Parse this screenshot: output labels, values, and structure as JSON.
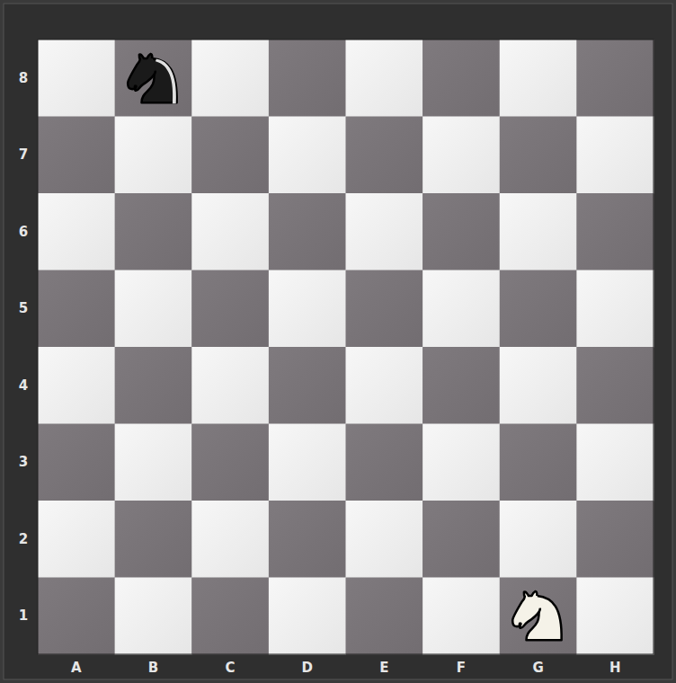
{
  "diagram": {
    "labels": [
      "8",
      "7",
      "6",
      "5",
      "4",
      "3",
      "2",
      "1",
      "A",
      "B",
      "C",
      "D",
      "E",
      "F",
      "G",
      "H"
    ]
  }
}
